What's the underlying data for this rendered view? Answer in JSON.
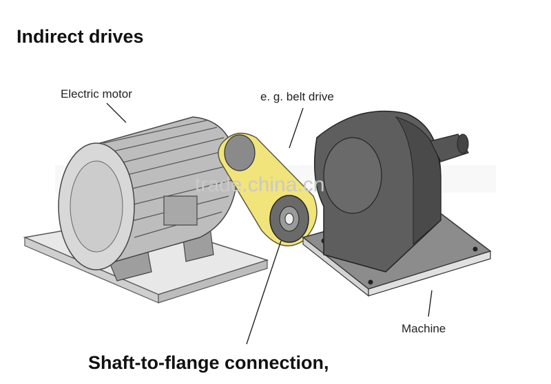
{
  "title": "Indirect drives",
  "labels": {
    "motor": "Electric motor",
    "belt": "e. g. belt drive",
    "machine": "Machine"
  },
  "watermark": "trade.china.cn",
  "bottom_caption": "Shaft-to-flange connection,",
  "colors": {
    "belt": "#f1e47a",
    "motor_body": "#b7b7b7",
    "machine_body": "#5e5e5e",
    "base_plate": "#e6e6e6"
  }
}
